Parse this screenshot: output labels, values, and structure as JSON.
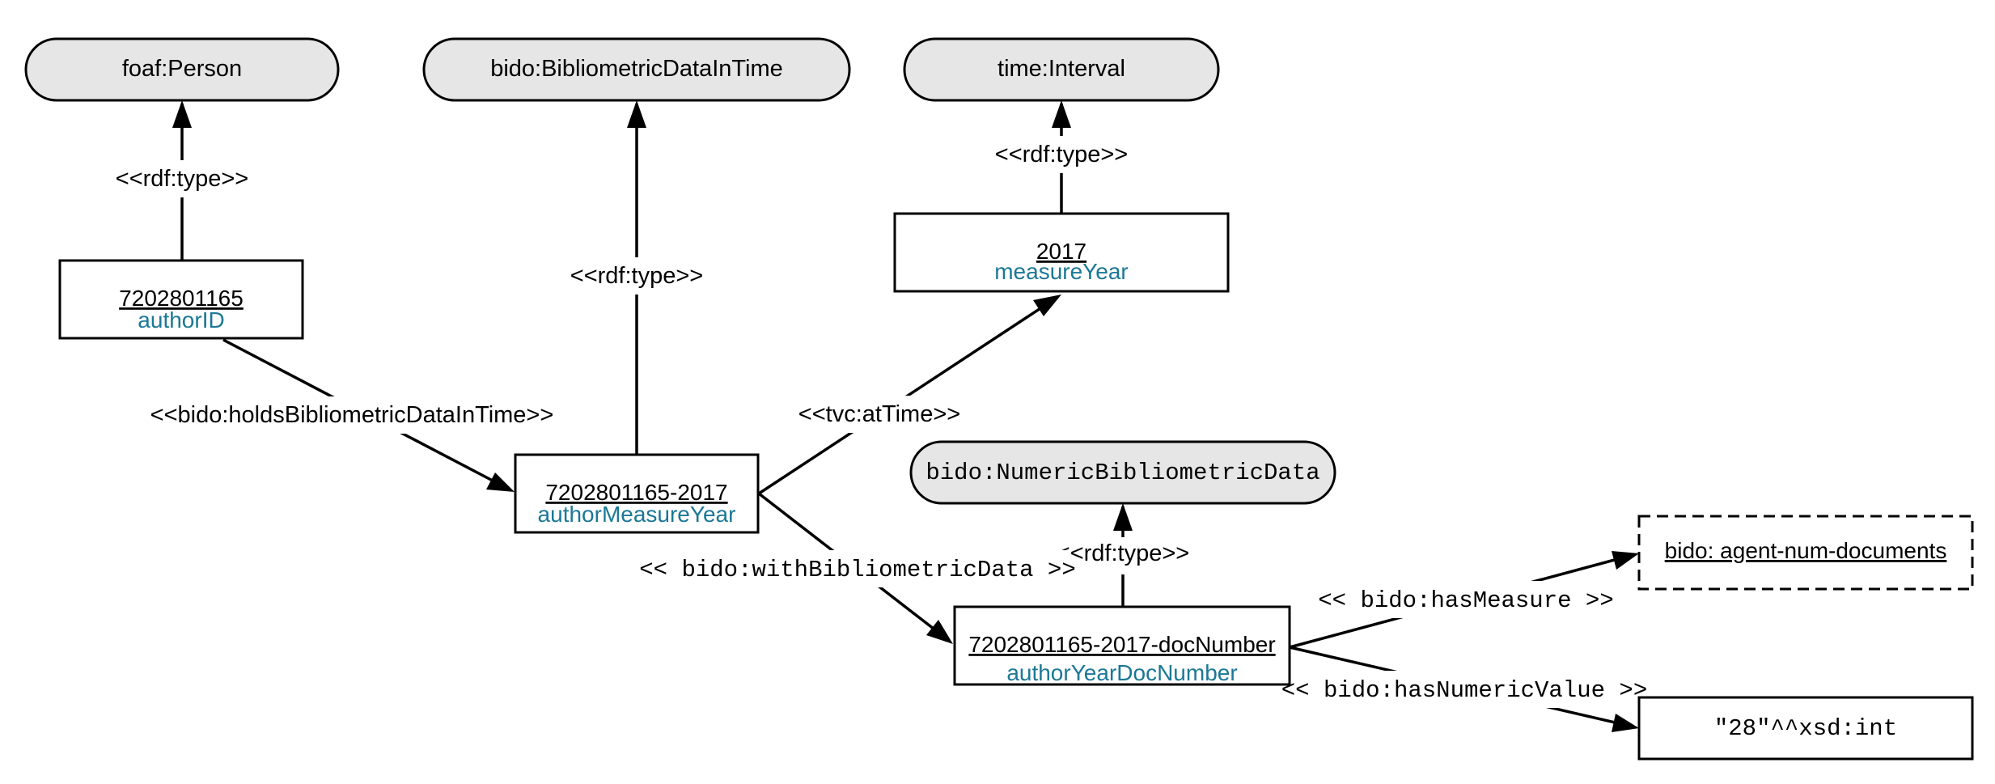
{
  "classes": {
    "person": "foaf:Person",
    "bibliometric_in_time": "bido:BibliometricDataInTime",
    "interval": "time:Interval",
    "numeric_bibliometric": "bido:NumericBibliometricData"
  },
  "instances": {
    "author": {
      "id": "7202801165",
      "role": "authorID"
    },
    "author_measure_year": {
      "id": "7202801165-2017",
      "role": "authorMeasureYear"
    },
    "measure_year": {
      "id": "2017",
      "role": "measureYear"
    },
    "author_year_doc_number": {
      "id": "7202801165-2017-docNumber",
      "role": "authorYearDocNumber"
    }
  },
  "measure": "bido: agent-num-documents",
  "literal": "\"28\"^^xsd:int",
  "edges": {
    "person_type": "<<rdf:type>>",
    "bibliometric_type": "<<rdf:type>>",
    "interval_type": "<<rdf:type>>",
    "numeric_type": "<<rdf:type>>",
    "holds": "<<bido:holdsBibliometricDataInTime>>",
    "at_time": "<<tvc:atTime>>",
    "with_data": "<< bido:withBibliometricData >>",
    "has_measure": "<< bido:hasMeasure >>",
    "has_numeric_value": "<< bido:hasNumericValue >>"
  }
}
